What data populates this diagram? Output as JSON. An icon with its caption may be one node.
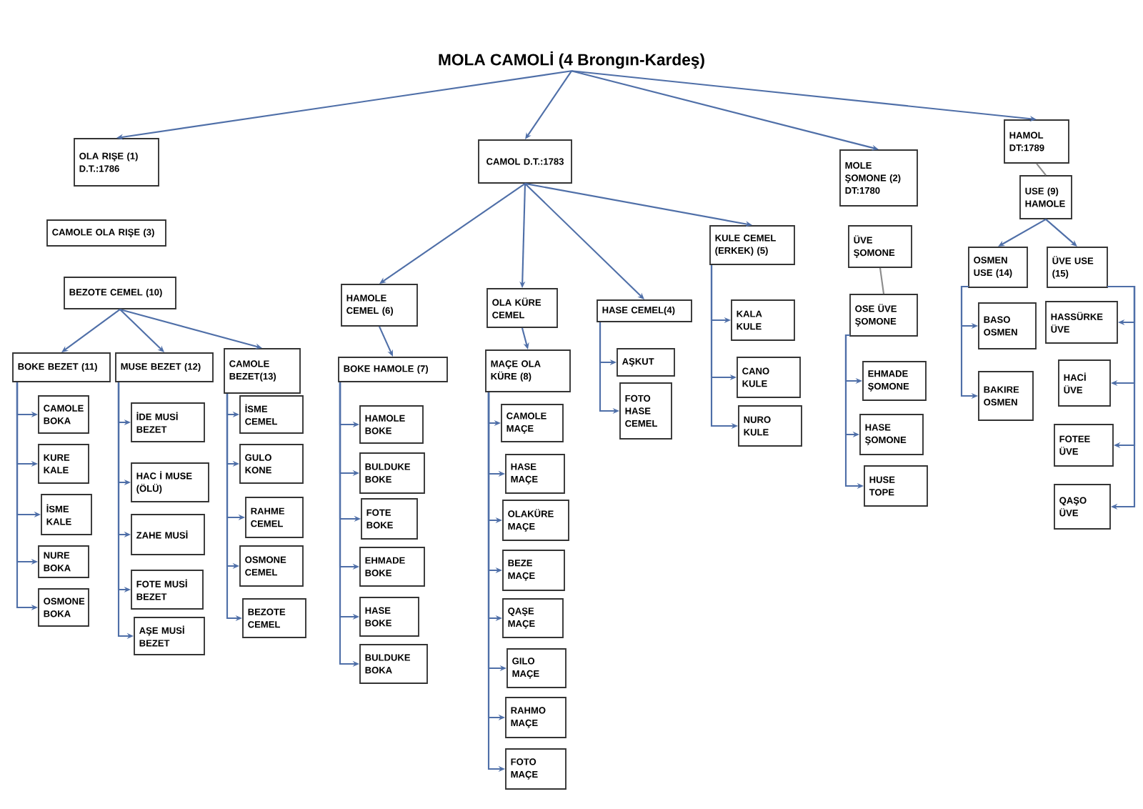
{
  "diagram": {
    "nodes": [
      {
        "text": [
          "MOLA CAMOLİ (4 Brongın-Kardeş)"
        ]
      },
      {
        "text": [
          "OLA RIŞE (1) D.T.:1786"
        ]
      },
      {
        "text": [
          "CAMOL D.T.:1783"
        ]
      },
      {
        "text": [
          "MOLE ŞOMONE (2) DT:1780"
        ]
      },
      {
        "text": [
          "HAMOL DT:1789"
        ]
      },
      {
        "text": [
          "CAMOLE OLA RIŞE (3)"
        ]
      },
      {
        "text": [
          "BEZOTE CEMEL (10)"
        ]
      },
      {
        "text": [
          "BOKE BEZET (11)"
        ]
      },
      {
        "text": [
          "MUSE BEZET (12)"
        ]
      },
      {
        "text": [
          "CAMOLE BEZET(13)"
        ]
      },
      {
        "text": [
          "CAMOLE BOKA"
        ]
      },
      {
        "text": [
          "KURE KALE"
        ]
      },
      {
        "text": [
          "İSME KALE"
        ]
      },
      {
        "text": [
          "NURE BOKA"
        ]
      },
      {
        "text": [
          "OSMONE BOKA"
        ]
      },
      {
        "text": [
          "İDE MUSİ BEZET"
        ]
      },
      {
        "text": [
          "HAC İ MUSE (ÖLÜ)"
        ]
      },
      {
        "text": [
          "ZAHE MUSİ"
        ]
      },
      {
        "text": [
          "FOTE MUSİ BEZET"
        ]
      },
      {
        "text": [
          "AŞE MUSİ BEZET"
        ]
      },
      {
        "text": [
          "İSME CEMEL"
        ]
      },
      {
        "text": [
          "GULO KONE"
        ]
      },
      {
        "text": [
          "RAHME CEMEL"
        ]
      },
      {
        "text": [
          "OSMONE CEMEL"
        ]
      },
      {
        "text": [
          "BEZOTE CEMEL"
        ]
      },
      {
        "text": [
          "HAMOLE CEMEL (6)"
        ]
      },
      {
        "text": [
          "BOKE HAMOLE (7)"
        ]
      },
      {
        "text": [
          "HAMOLE BOKE"
        ]
      },
      {
        "text": [
          "BULDUKE BOKE"
        ]
      },
      {
        "text": [
          "FOTE BOKE"
        ]
      },
      {
        "text": [
          "EHMADE BOKE"
        ]
      },
      {
        "text": [
          "HASE BOKE"
        ]
      },
      {
        "text": [
          "BULDUKE BOKA"
        ]
      },
      {
        "text": [
          "OLA KÜRE CEMEL"
        ]
      },
      {
        "text": [
          "MAÇE OLA KÜRE (8)"
        ]
      },
      {
        "text": [
          "CAMOLE MAÇE"
        ]
      },
      {
        "text": [
          "HASE MAÇE"
        ]
      },
      {
        "text": [
          "OLAKÜRE MAÇE"
        ]
      },
      {
        "text": [
          "BEZE MAÇE"
        ]
      },
      {
        "text": [
          "QAŞE MAÇE"
        ]
      },
      {
        "text": [
          "GILO MAÇE"
        ]
      },
      {
        "text": [
          "RAHMO MAÇE"
        ]
      },
      {
        "text": [
          "FOTO MAÇE"
        ]
      },
      {
        "text": [
          "HASE CEMEL(4)"
        ]
      },
      {
        "text": [
          "AŞKUT"
        ]
      },
      {
        "text": [
          "FOTO HASE CEMEL"
        ]
      },
      {
        "text": [
          "KULE CEMEL (ERKEK) (5)"
        ]
      },
      {
        "text": [
          "KALA KULE"
        ]
      },
      {
        "text": [
          "CANO KULE"
        ]
      },
      {
        "text": [
          "NURO KULE"
        ]
      },
      {
        "text": [
          "ÜVE ŞOMONE"
        ]
      },
      {
        "text": [
          "OSE ÜVE ŞOMONE"
        ]
      },
      {
        "text": [
          "EHMADE ŞOMONE"
        ]
      },
      {
        "text": [
          "HASE ŞOMONE"
        ]
      },
      {
        "text": [
          "HUSE TOPE"
        ]
      },
      {
        "text": [
          "USE (9) HAMOLE"
        ]
      },
      {
        "text": [
          "OSMEN USE (14)"
        ]
      },
      {
        "text": [
          "ÜVE USE (15)"
        ]
      },
      {
        "text": [
          "BASO OSMEN"
        ]
      },
      {
        "text": [
          "BAKIRE OSMEN"
        ]
      },
      {
        "text": [
          "HASSÜRKE ÜVE"
        ]
      },
      {
        "text": [
          "HACİ ÜVE"
        ]
      },
      {
        "text": [
          "FOTEE ÜVE"
        ]
      },
      {
        "text": [
          "QAŞO ÜVE"
        ]
      }
    ],
    "edges": [
      {
        "from": 0,
        "to": 1,
        "arrow": "to"
      },
      {
        "from": 0,
        "to": 2,
        "arrow": "to"
      },
      {
        "from": 0,
        "to": 3,
        "arrow": "to"
      },
      {
        "from": 0,
        "to": 4,
        "arrow": "to"
      },
      {
        "from": 6,
        "to": 7,
        "arrow": "to"
      },
      {
        "from": 6,
        "to": 8,
        "arrow": "to"
      },
      {
        "from": 6,
        "to": 9,
        "arrow": "to"
      },
      {
        "from": 7,
        "to": 10,
        "arrow": "to"
      },
      {
        "from": 7,
        "to": 11,
        "arrow": "to"
      },
      {
        "from": 7,
        "to": 12,
        "arrow": "to"
      },
      {
        "from": 7,
        "to": 13,
        "arrow": "to"
      },
      {
        "from": 7,
        "to": 14,
        "arrow": "to"
      },
      {
        "from": 8,
        "to": 15,
        "arrow": "to"
      },
      {
        "from": 8,
        "to": 16,
        "arrow": "to"
      },
      {
        "from": 8,
        "to": 17,
        "arrow": "to"
      },
      {
        "from": 8,
        "to": 18,
        "arrow": "to"
      },
      {
        "from": 8,
        "to": 19,
        "arrow": "to"
      },
      {
        "from": 9,
        "to": 20,
        "arrow": "to"
      },
      {
        "from": 9,
        "to": 21,
        "arrow": "to"
      },
      {
        "from": 9,
        "to": 22,
        "arrow": "to"
      },
      {
        "from": 9,
        "to": 23,
        "arrow": "to"
      },
      {
        "from": 9,
        "to": 24,
        "arrow": "to"
      },
      {
        "from": 2,
        "to": 25,
        "arrow": "to"
      },
      {
        "from": 2,
        "to": 33,
        "arrow": "to"
      },
      {
        "from": 2,
        "to": 43,
        "arrow": "to"
      },
      {
        "from": 2,
        "to": 46,
        "arrow": "to"
      },
      {
        "from": 25,
        "to": 26,
        "arrow": "to"
      },
      {
        "from": 26,
        "to": 27,
        "arrow": "to"
      },
      {
        "from": 26,
        "to": 28,
        "arrow": "to"
      },
      {
        "from": 26,
        "to": 29,
        "arrow": "to"
      },
      {
        "from": 26,
        "to": 30,
        "arrow": "to"
      },
      {
        "from": 26,
        "to": 31,
        "arrow": "to"
      },
      {
        "from": 26,
        "to": 32,
        "arrow": "to"
      },
      {
        "from": 33,
        "to": 34,
        "arrow": "to"
      },
      {
        "from": 34,
        "to": 35,
        "arrow": "to"
      },
      {
        "from": 34,
        "to": 36,
        "arrow": "to"
      },
      {
        "from": 34,
        "to": 37,
        "arrow": "to"
      },
      {
        "from": 34,
        "to": 38,
        "arrow": "to"
      },
      {
        "from": 34,
        "to": 39,
        "arrow": "to"
      },
      {
        "from": 34,
        "to": 40,
        "arrow": "to"
      },
      {
        "from": 34,
        "to": 41,
        "arrow": "to"
      },
      {
        "from": 34,
        "to": 42,
        "arrow": "to"
      },
      {
        "from": 43,
        "to": 44,
        "arrow": "to"
      },
      {
        "from": 43,
        "to": 45,
        "arrow": "to"
      },
      {
        "from": 46,
        "to": 47,
        "arrow": "to"
      },
      {
        "from": 46,
        "to": 48,
        "arrow": "to"
      },
      {
        "from": 46,
        "to": 49,
        "arrow": "to"
      },
      {
        "from": 50,
        "to": 51,
        "arrow": "none",
        "color": "#8c8c8c"
      },
      {
        "from": 51,
        "to": 52,
        "arrow": "to"
      },
      {
        "from": 51,
        "to": 53,
        "arrow": "to"
      },
      {
        "from": 51,
        "to": 54,
        "arrow": "to"
      },
      {
        "from": 4,
        "to": 55,
        "arrow": "none",
        "color": "#8c8c8c"
      },
      {
        "from": 55,
        "to": 56,
        "arrow": "to"
      },
      {
        "from": 55,
        "to": 57,
        "arrow": "to"
      },
      {
        "from": 56,
        "to": 58,
        "arrow": "to"
      },
      {
        "from": 56,
        "to": 59,
        "arrow": "to"
      },
      {
        "from": 57,
        "to": 60,
        "arrow": "to"
      },
      {
        "from": 57,
        "to": 61,
        "arrow": "to"
      },
      {
        "from": 57,
        "to": 62,
        "arrow": "to"
      },
      {
        "from": 57,
        "to": 63,
        "arrow": "to"
      }
    ]
  }
}
